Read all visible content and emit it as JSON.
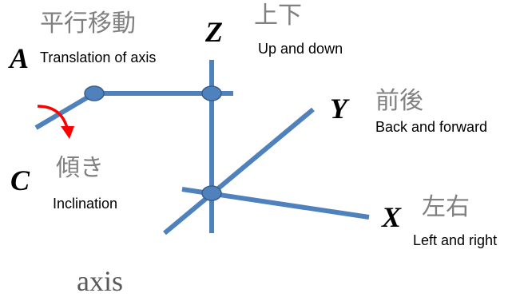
{
  "labels": {
    "z": {
      "letter": "Z",
      "jp": "上下",
      "en": "Up and down"
    },
    "y": {
      "letter": "Y",
      "jp": "前後",
      "en": "Back and forward"
    },
    "x": {
      "letter": "X",
      "jp": "左右",
      "en": "Left and right"
    },
    "a": {
      "letter": "A",
      "jp": "平行移動",
      "en": "Translation of axis"
    },
    "c": {
      "letter": "C",
      "jp": "傾き",
      "en": "Inclination"
    }
  },
  "caption": "axis",
  "colors": {
    "axis_line": "#4f81bd",
    "node_fill": "#4f81bd",
    "node_stroke": "#385d8a",
    "rotation_arrow": "#ff0000",
    "japanese_text": "#808080",
    "caption_text": "#595959"
  }
}
